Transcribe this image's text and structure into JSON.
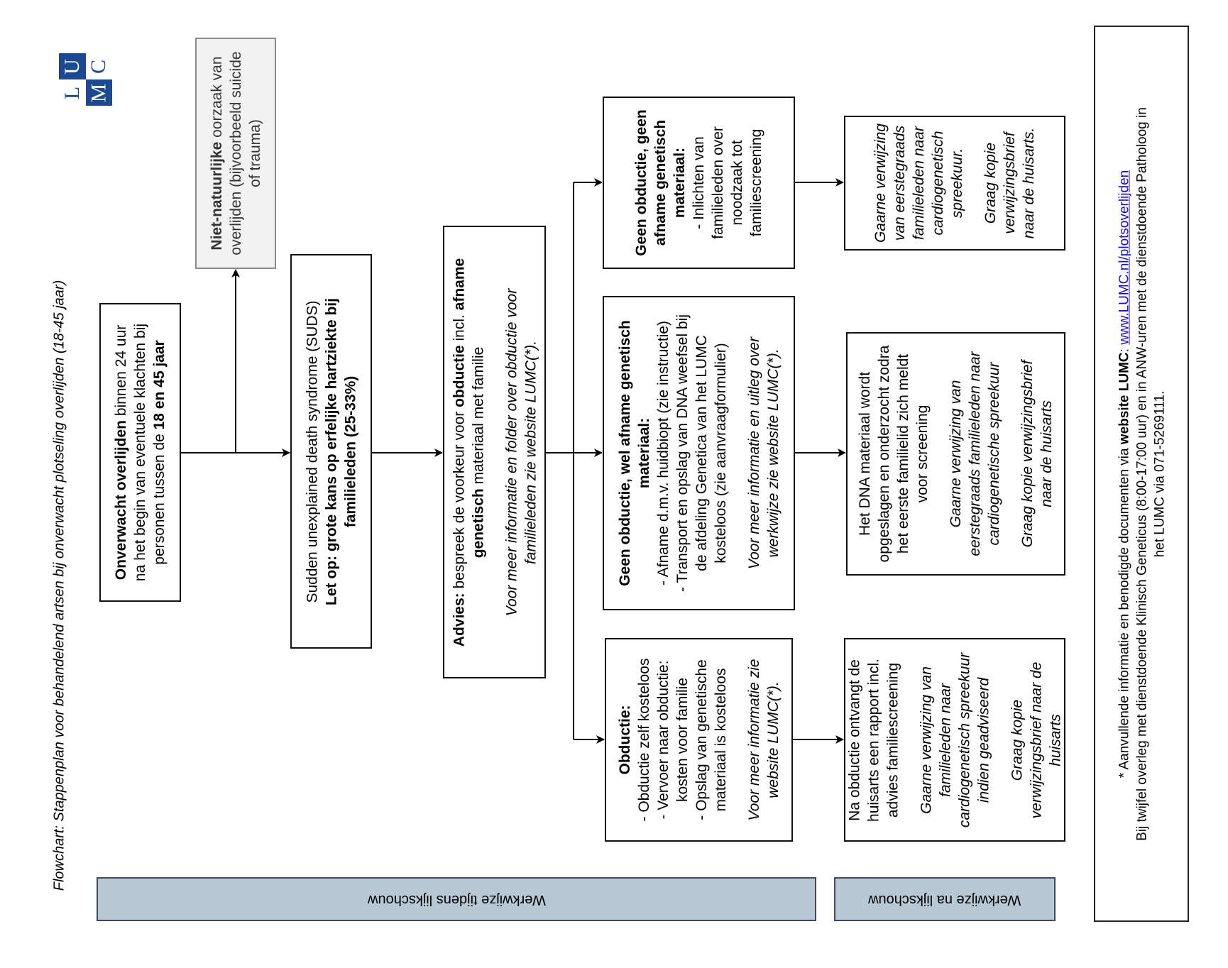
{
  "title": "Flowchart: Stappenplan voor behandelend artsen bij onverwacht plotseling overlijden (18-45 jaar)",
  "logo": {
    "letters": [
      "U",
      "C",
      "L",
      "M"
    ],
    "color": "#1b4a92"
  },
  "bands": {
    "during": "Werkwijze tijdens lijkschouw",
    "after": "Werkwijze na lijkschouw",
    "color": "#b9c8d5"
  },
  "boxes": {
    "onverwacht": {
      "lines": [
        [
          {
            "t": "Onverwacht overlijden",
            "s": "b"
          },
          {
            "t": " binnen 24 uur"
          }
        ],
        [
          {
            "t": "na het begin van eventuele klachten bij"
          }
        ],
        [
          {
            "t": "personen tussen de "
          },
          {
            "t": "18 en 45 jaar",
            "s": "b"
          }
        ]
      ]
    },
    "niet_natuurlijk": {
      "lines": [
        [
          {
            "t": "Niet-natuurlijke",
            "s": "b"
          },
          {
            "t": " oorzaak van"
          }
        ],
        [
          {
            "t": "overlijden (bijvoorbeeld  suicide"
          }
        ],
        [
          {
            "t": "of trauma)"
          }
        ]
      ]
    },
    "suds": {
      "lines": [
        [
          {
            "t": "Sudden unexplained death syndrome (SUDS)"
          }
        ],
        [
          {
            "t": "Let op: grote kans op erfelijke hartziekte bij",
            "s": "b"
          }
        ],
        [
          {
            "t": "familieleden (25-33%)",
            "s": "b"
          }
        ]
      ]
    },
    "advies": {
      "lines": [
        [
          {
            "t": "Advies:",
            "s": "b"
          },
          {
            "t": " bespreek de voorkeur voor "
          },
          {
            "t": "obductie",
            "s": "b"
          },
          {
            "t": " incl. "
          },
          {
            "t": "afname",
            "s": "b"
          }
        ],
        [
          {
            "t": "genetisch",
            "s": "b"
          },
          {
            "t": " materiaal met familie"
          }
        ],
        [],
        [
          {
            "t": "Voor meer informatie en folder over obductie voor",
            "s": "i"
          }
        ],
        [
          {
            "t": "familieleden zie website LUMC(*).",
            "s": "i"
          }
        ]
      ]
    },
    "geen_geen": {
      "lines": [
        [
          {
            "t": "Geen obductie, geen",
            "s": "b"
          }
        ],
        [
          {
            "t": "afname genetisch",
            "s": "b"
          }
        ],
        [
          {
            "t": "materiaal:",
            "s": "b"
          }
        ],
        [
          {
            "t": "- Inlichten van"
          }
        ],
        [
          {
            "t": "familieleden over"
          }
        ],
        [
          {
            "t": "noodzaak tot"
          }
        ],
        [
          {
            "t": "familiescreening"
          }
        ]
      ]
    },
    "geen_wel": {
      "lines": [
        [
          {
            "t": "Geen obductie, wel afname genetisch",
            "s": "b"
          }
        ],
        [
          {
            "t": "materiaal:",
            "s": "b"
          }
        ],
        [
          {
            "t": "- Afname d.m.v. huidbiopt (zie instructie)"
          }
        ],
        [
          {
            "t": "- Transport en opslag van DNA weefsel bij"
          }
        ],
        [
          {
            "t": "de afdeling Genetica van het LUMC"
          }
        ],
        [
          {
            "t": "kosteloos (zie aanvraagformulier)"
          }
        ],
        [],
        [
          {
            "t": "Voor meer informatie en uitleg over",
            "s": "i"
          }
        ],
        [
          {
            "t": "werkwijze zie website LUMC(*).",
            "s": "i"
          }
        ]
      ]
    },
    "obductie": {
      "lines": [
        [
          {
            "t": "Obductie:",
            "s": "b"
          }
        ],
        [
          {
            "t": "- Obductie zelf kosteloos"
          }
        ],
        [
          {
            "t": "- Vervoer naar obductie:"
          }
        ],
        [
          {
            "t": "kosten voor familie"
          }
        ],
        [
          {
            "t": "- Opslag van genetische"
          }
        ],
        [
          {
            "t": "materiaal is kosteloos"
          }
        ],
        [],
        [
          {
            "t": "Voor meer informatie zie",
            "s": "i"
          }
        ],
        [
          {
            "t": "website LUMC(*).",
            "s": "i"
          }
        ]
      ]
    },
    "verwijzing_geen": {
      "lines": [
        [
          {
            "t": "Gaarne verwijzing",
            "s": "i"
          }
        ],
        [
          {
            "t": "van eerstegraads",
            "s": "i"
          }
        ],
        [
          {
            "t": "familieleden naar",
            "s": "i"
          }
        ],
        [
          {
            "t": "cardiogenetisch",
            "s": "i"
          }
        ],
        [
          {
            "t": "spreekuur.",
            "s": "i"
          }
        ],
        [],
        [
          {
            "t": "Graag kopie",
            "s": "i"
          }
        ],
        [
          {
            "t": "verwijzingsbrief",
            "s": "i"
          }
        ],
        [
          {
            "t": "naar de huisarts.",
            "s": "i"
          }
        ]
      ]
    },
    "dna": {
      "lines": [
        [
          {
            "t": "Het DNA materiaal wordt"
          }
        ],
        [
          {
            "t": "opgeslagen en onderzocht zodra"
          }
        ],
        [
          {
            "t": "het eerste familielid zich meldt"
          }
        ],
        [
          {
            "t": "voor screening"
          }
        ],
        [],
        [
          {
            "t": "Gaarne verwijzing van",
            "s": "i"
          }
        ],
        [
          {
            "t": "eerstegraads familieleden naar",
            "s": "i"
          }
        ],
        [
          {
            "t": "cardiogenetische spreekuur",
            "s": "i"
          }
        ],
        [],
        [
          {
            "t": "Graag kopie verwijzingsbrief",
            "s": "i"
          }
        ],
        [
          {
            "t": "naar de huisarts",
            "s": "i"
          }
        ]
      ]
    },
    "na_obductie": {
      "lines": [
        [
          {
            "t": "Na obductie ontvangt de"
          }
        ],
        [
          {
            "t": "huisarts een rapport incl."
          }
        ],
        [
          {
            "t": "advies familiescreening"
          }
        ],
        [],
        [
          {
            "t": "Gaarne verwijzing van",
            "s": "i"
          }
        ],
        [
          {
            "t": "familieleden naar",
            "s": "i"
          }
        ],
        [
          {
            "t": "cardiogenetisch spreekuur",
            "s": "i"
          }
        ],
        [
          {
            "t": "indien geadviseerd",
            "s": "i"
          }
        ],
        [],
        [
          {
            "t": "Graag kopie",
            "s": "i"
          }
        ],
        [
          {
            "t": "verwijzingsbrief naar de",
            "s": "i"
          }
        ],
        [
          {
            "t": "huisarts",
            "s": "i"
          }
        ]
      ]
    },
    "footnote": {
      "lines": [
        [
          {
            "t": "* Aanvullende informatie en benodigde documenten via "
          },
          {
            "t": "website LUMC",
            "s": "b"
          },
          {
            "t": ": "
          },
          {
            "t": "www.LUMC.nl/plotsoverlijden",
            "s": "link"
          }
        ],
        [
          {
            "t": "Bij twijfel overleg met dienstdoende Klinisch Geneticus (8:00-17:00 uur) en in ANW-uren met de dienstdoende Patholoog in"
          }
        ],
        [
          {
            "t": "het LUMC via  071-5269111."
          }
        ]
      ]
    }
  }
}
